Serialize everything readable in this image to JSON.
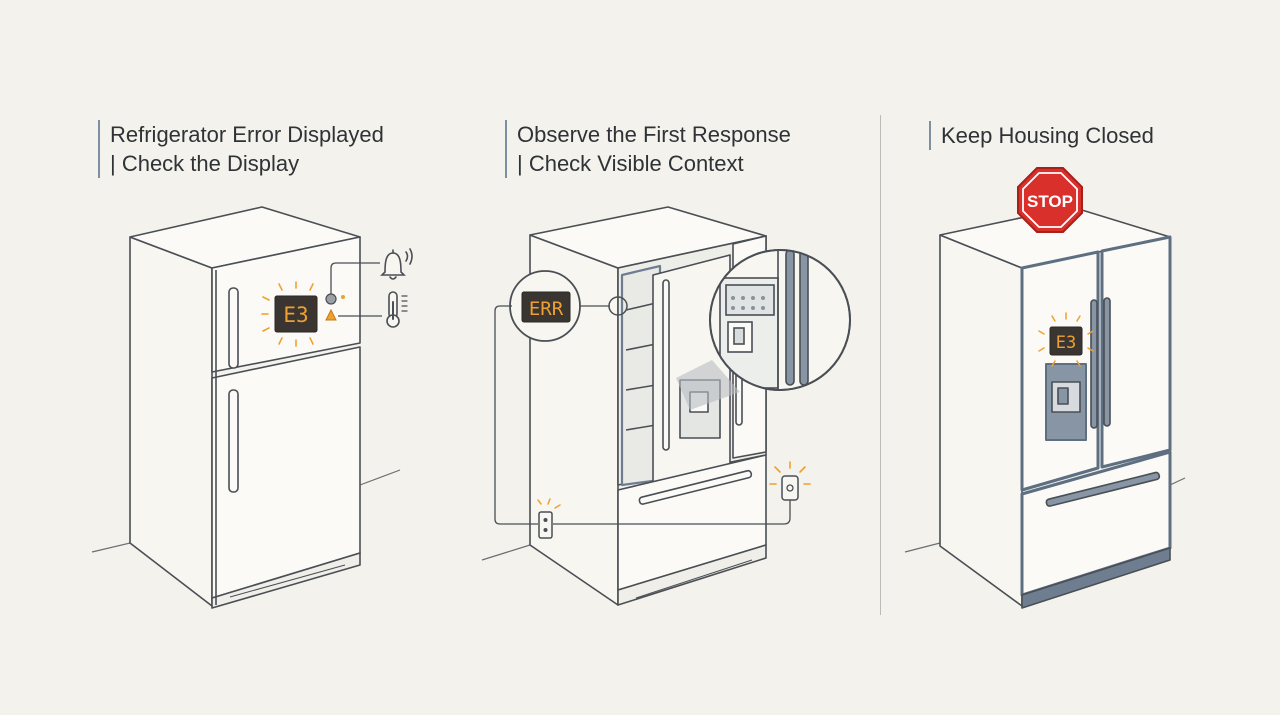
{
  "panels": [
    {
      "title_line1": "Refrigerator Error Displayed",
      "title_line2": "| Check the Display",
      "display_code": "E3"
    },
    {
      "title_line1": "Observe the First Response",
      "title_line2": "| Check Visible Context",
      "display_code": "ERR"
    },
    {
      "title_line1": "Keep Housing Closed",
      "display_code": "E3",
      "sign_text": "STOP"
    }
  ],
  "colors": {
    "background": "#f3f2ec",
    "outline": "#4a4f55",
    "display_amber": "#f0a030",
    "stop_red": "#d9302c",
    "door_blue_gray": "#6e7e90"
  },
  "icons": [
    "bell-icon",
    "thermometer-icon",
    "warning-icon",
    "outlet-icon",
    "stop-sign-icon",
    "magnifier-icon"
  ]
}
